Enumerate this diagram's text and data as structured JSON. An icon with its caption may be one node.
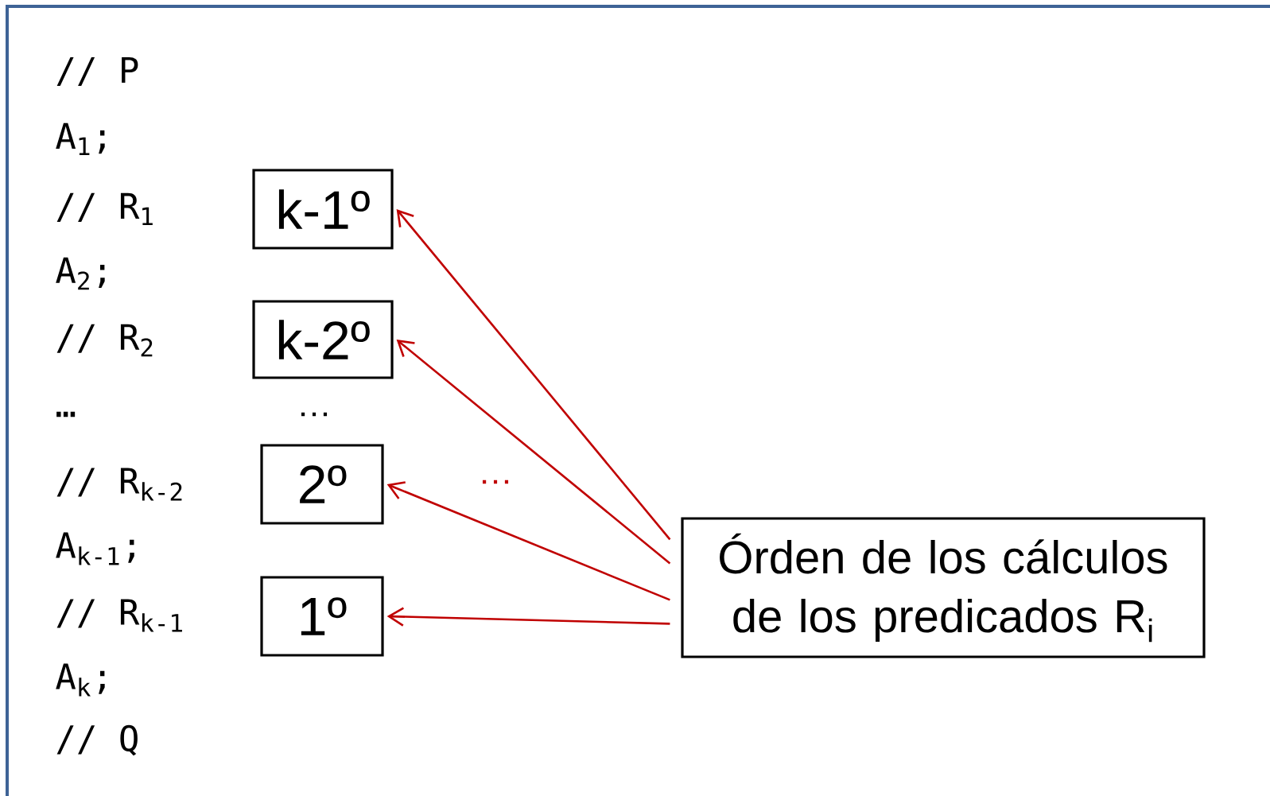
{
  "diagram": {
    "nodes": [
      {
        "text": [
          "k-1º"
        ]
      },
      {
        "text": [
          "k-2º"
        ]
      },
      {
        "text": [
          "2º"
        ]
      },
      {
        "text": [
          "1º"
        ]
      },
      {
        "text": [
          "Órden de los cálculos de los predicados R$_{i}$"
        ]
      }
    ],
    "edges": [
      {
        "from": 4,
        "to": 0,
        "arrow": "to"
      },
      {
        "from": 4,
        "to": 1,
        "arrow": "to"
      },
      {
        "from": 4,
        "to": 2,
        "arrow": "to"
      },
      {
        "from": 4,
        "to": 3,
        "arrow": "to"
      }
    ],
    "labels": [
      "// P",
      "A$_{1}$;",
      "// R$_{1}$",
      "A$_{2}$;",
      "// R$_{2}$",
      "…",
      "…",
      "// R$_{k-2}$",
      "…",
      "A$_{k-1}$;",
      "// R$_{k-1}$",
      "A$_{k}$;",
      "// Q"
    ]
  }
}
